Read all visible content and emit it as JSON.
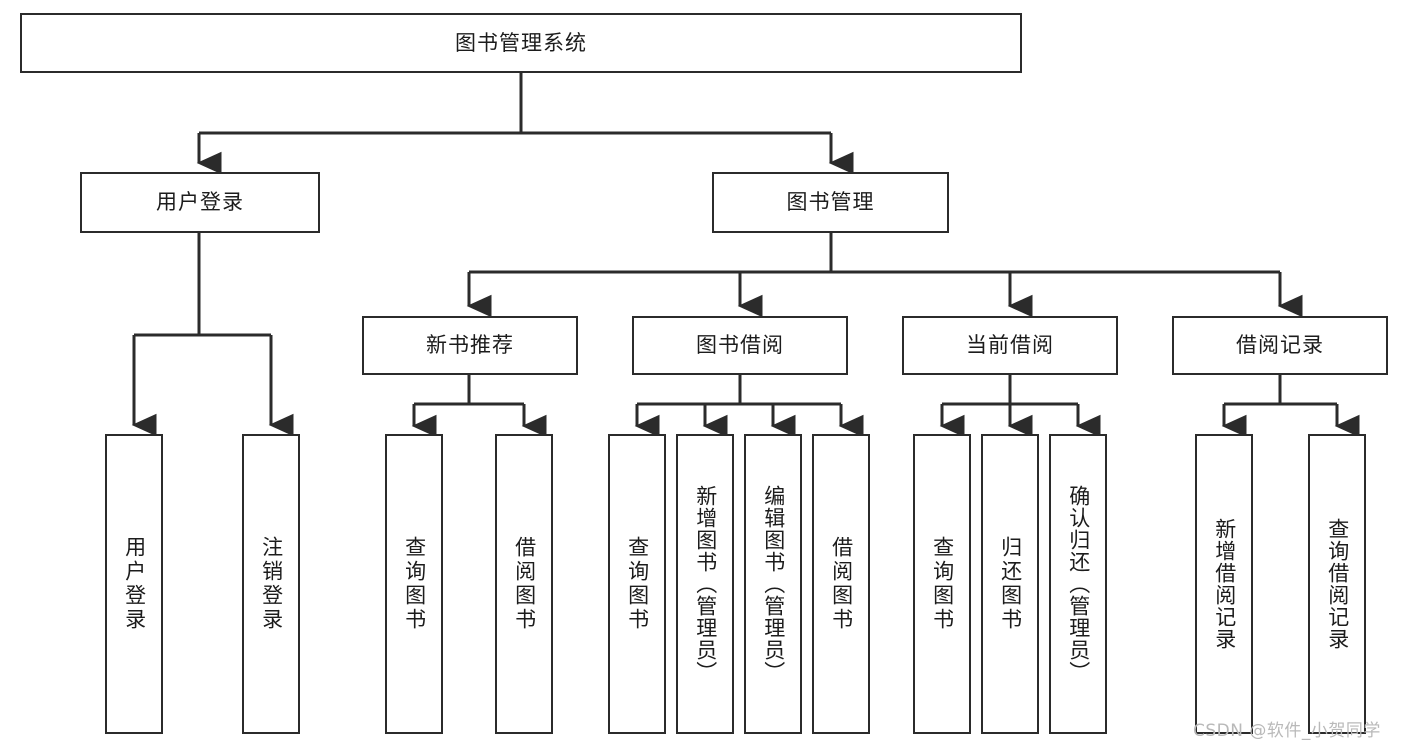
{
  "diagram": {
    "title": "图书管理系统",
    "type": "tree-hierarchy-diagram",
    "root": {
      "id": "root",
      "label": "图书管理系统"
    },
    "level2": [
      {
        "id": "user-login",
        "label": "用户登录"
      },
      {
        "id": "book-manage",
        "label": "图书管理"
      }
    ],
    "level3": [
      {
        "id": "new-book-rec",
        "label": "新书推荐",
        "parent": "book-manage"
      },
      {
        "id": "book-borrow",
        "label": "图书借阅",
        "parent": "book-manage"
      },
      {
        "id": "current-borrow",
        "label": "当前借阅",
        "parent": "book-manage"
      },
      {
        "id": "borrow-record",
        "label": "借阅记录",
        "parent": "book-manage"
      }
    ],
    "leaves": [
      {
        "id": "leaf-user-login",
        "label": "用户登录",
        "parent": "user-login"
      },
      {
        "id": "leaf-logout",
        "label": "注销登录",
        "parent": "user-login"
      },
      {
        "id": "leaf-query-book-1",
        "label": "查询图书",
        "parent": "new-book-rec"
      },
      {
        "id": "leaf-borrow-book-1",
        "label": "借阅图书",
        "parent": "new-book-rec"
      },
      {
        "id": "leaf-query-book-2",
        "label": "查询图书",
        "parent": "book-borrow"
      },
      {
        "id": "leaf-add-book",
        "label": "新增图书（管理员）",
        "parent": "book-borrow"
      },
      {
        "id": "leaf-edit-book",
        "label": "编辑图书（管理员）",
        "parent": "book-borrow"
      },
      {
        "id": "leaf-borrow-book-2",
        "label": "借阅图书",
        "parent": "book-borrow"
      },
      {
        "id": "leaf-query-book-3",
        "label": "查询图书",
        "parent": "current-borrow"
      },
      {
        "id": "leaf-return-book",
        "label": "归还图书",
        "parent": "current-borrow"
      },
      {
        "id": "leaf-confirm-return",
        "label": "确认归还（管理员）",
        "parent": "current-borrow"
      },
      {
        "id": "leaf-add-record",
        "label": "新增借阅记录",
        "parent": "borrow-record"
      },
      {
        "id": "leaf-query-record",
        "label": "查询借阅记录",
        "parent": "borrow-record"
      }
    ]
  },
  "watermark": {
    "text": "CSDN @软件_小贺同学"
  },
  "colors": {
    "stroke": "#2b2b2b",
    "box_fill": "#ffffff",
    "text": "#1c1c1c",
    "watermark": "#b9b9b9",
    "background": "#ffffff"
  }
}
